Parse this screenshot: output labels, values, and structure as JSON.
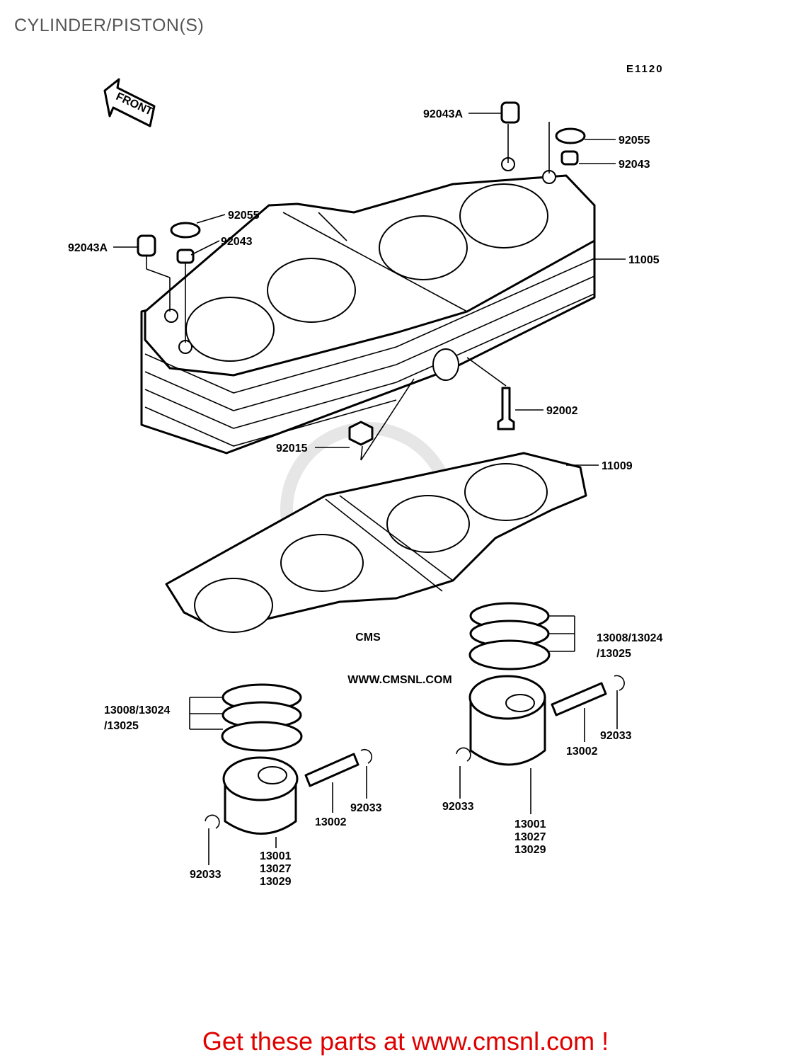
{
  "page_title": "CYLINDER/PISTON(S)",
  "diagram_code": "E1120",
  "front_label": "FRONT",
  "watermark": "WWW.CMSNL.COM",
  "watermark_logo": "CMS",
  "part_labels": {
    "p92043a_top": "92043A",
    "p92055_right": "92055",
    "p92043_right": "92043",
    "p92055_left": "92055",
    "p92043_left": "92043",
    "p92043a_left": "92043A",
    "p11005": "11005",
    "p92002": "92002",
    "p92015": "92015",
    "p11009": "11009",
    "rings_right_1": "13008/13024",
    "rings_right_2": "/13025",
    "rings_left_1": "13008/13024",
    "rings_left_2": "/13025",
    "clip_right_far": "92033",
    "pin_right": "13002",
    "clip_right_near": "92033",
    "piston_right_1": "13001",
    "piston_right_2": "13027",
    "piston_right_3": "13029",
    "pin_left": "13002",
    "clip_left_far": "92033",
    "clip_left_near": "92033",
    "piston_left_1": "13001",
    "piston_left_2": "13027",
    "piston_left_3": "13029"
  },
  "footer_text": "Get these parts at www.cmsnl.com !"
}
